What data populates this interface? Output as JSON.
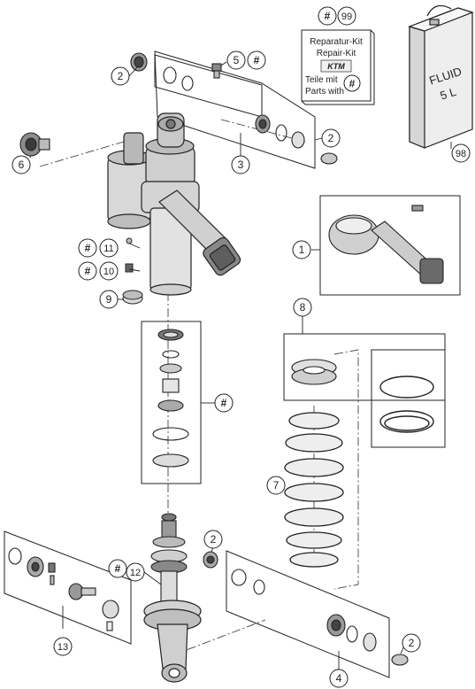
{
  "diagram": {
    "callouts": [
      {
        "id": "c2a",
        "label": "2"
      },
      {
        "id": "c5",
        "label": "5"
      },
      {
        "id": "c5h",
        "label": "#"
      },
      {
        "id": "c6",
        "label": "6"
      },
      {
        "id": "c2b",
        "label": "2"
      },
      {
        "id": "c3",
        "label": "3"
      },
      {
        "id": "c1",
        "label": "1"
      },
      {
        "id": "c11h",
        "label": "#"
      },
      {
        "id": "c11",
        "label": "11"
      },
      {
        "id": "c10h",
        "label": "#"
      },
      {
        "id": "c10",
        "label": "10"
      },
      {
        "id": "c9",
        "label": "9"
      },
      {
        "id": "c8",
        "label": "8"
      },
      {
        "id": "cstack",
        "label": "#"
      },
      {
        "id": "c7",
        "label": "7"
      },
      {
        "id": "c2c",
        "label": "2"
      },
      {
        "id": "c12h",
        "label": "#"
      },
      {
        "id": "c12",
        "label": "12"
      },
      {
        "id": "c13",
        "label": "13"
      },
      {
        "id": "c4",
        "label": "4"
      },
      {
        "id": "c2d",
        "label": "2"
      },
      {
        "id": "c99h",
        "label": "#"
      },
      {
        "id": "c99",
        "label": "99"
      },
      {
        "id": "c98",
        "label": "98"
      }
    ],
    "kit_box": {
      "line1": "Reparatur-Kit",
      "line2": "Repair-Kit",
      "brand": "KTM",
      "line3": "Teile mit",
      "line4": "Parts with",
      "marker": "#"
    },
    "fluid_can": {
      "word": "FLUID",
      "volume": "5 L"
    }
  }
}
